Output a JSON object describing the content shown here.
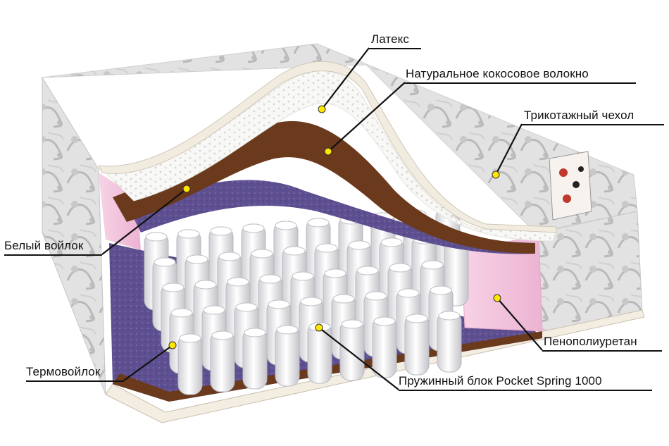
{
  "labels": {
    "latex": "Латекс",
    "coconut": "Натуральное кокосовое волокно",
    "cover": "Трикотажный чехол",
    "white_felt": "Белый войлок",
    "polyurethane": "Пенополиуретан",
    "thermo_felt": "Термовойлок",
    "spring_block": "Пружинный блок Pocket Spring 1000"
  },
  "colors": {
    "marker": "#ffe600",
    "leader": "#111111",
    "cover_fabric": "#dcdcdc",
    "latex": "#f7f7f5",
    "coconut": "#6b3a1c",
    "felt_purple": "#6a5a9a",
    "foam_pink": "#f4c6de"
  }
}
